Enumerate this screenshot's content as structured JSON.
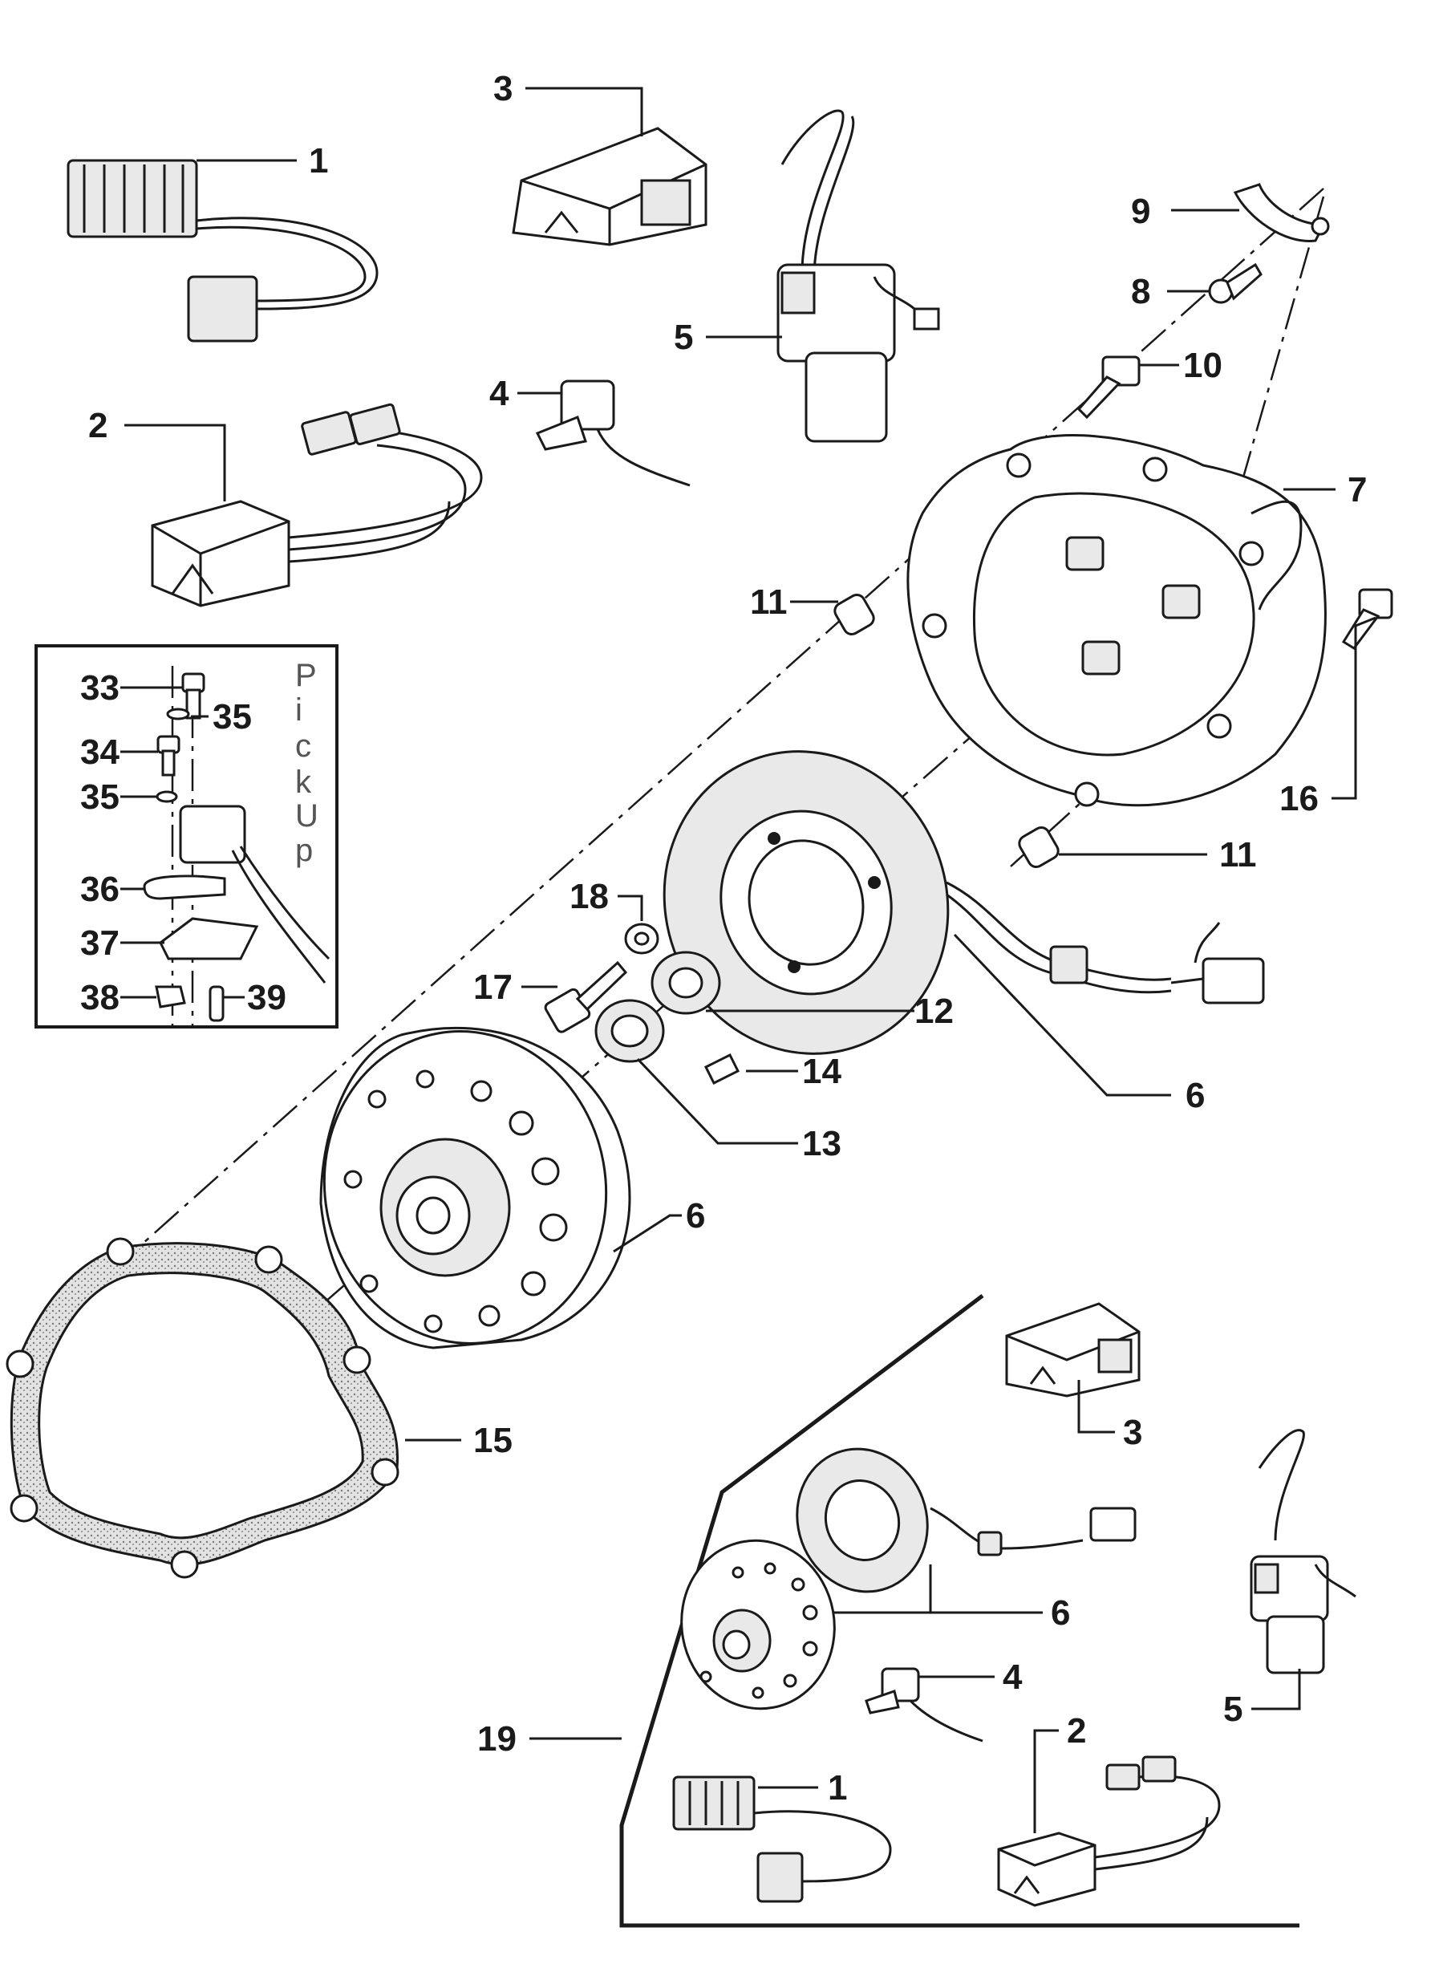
{
  "colors": {
    "ink": "#1a1a1a",
    "paper": "#ffffff",
    "gasket_fill": "#e2e2e2"
  },
  "callouts": {
    "c1": "1",
    "c2": "2",
    "c3": "3",
    "c4": "4",
    "c5": "5",
    "c6a": "6",
    "c6b": "6",
    "c7": "7",
    "c8": "8",
    "c9": "9",
    "c10": "10",
    "c11a": "11",
    "c11b": "11",
    "c12": "12",
    "c13": "13",
    "c14": "14",
    "c15": "15",
    "c16": "16",
    "c17": "17",
    "c18": "18",
    "c3k": "3",
    "c6k": "6",
    "c4k": "4",
    "c5k": "5",
    "c2k": "2",
    "c1k": "1",
    "c19": "19"
  },
  "inset": {
    "vertical_text": [
      "P",
      "i",
      "c",
      "k",
      "U",
      "p"
    ],
    "callouts": {
      "c33": "33",
      "c35a": "35",
      "c34": "34",
      "c35b": "35",
      "c36": "36",
      "c37": "37",
      "c38": "38",
      "c39": "39"
    }
  }
}
